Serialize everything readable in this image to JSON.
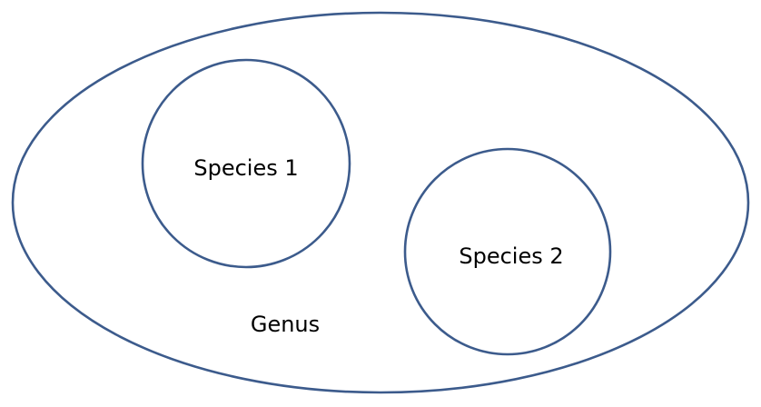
{
  "diagram": {
    "outline_color": "#3c5b8c",
    "text_color": "#000000",
    "genus": {
      "label": "Genus"
    },
    "species": [
      {
        "label": "Species 1"
      },
      {
        "label": "Species 2"
      }
    ]
  }
}
